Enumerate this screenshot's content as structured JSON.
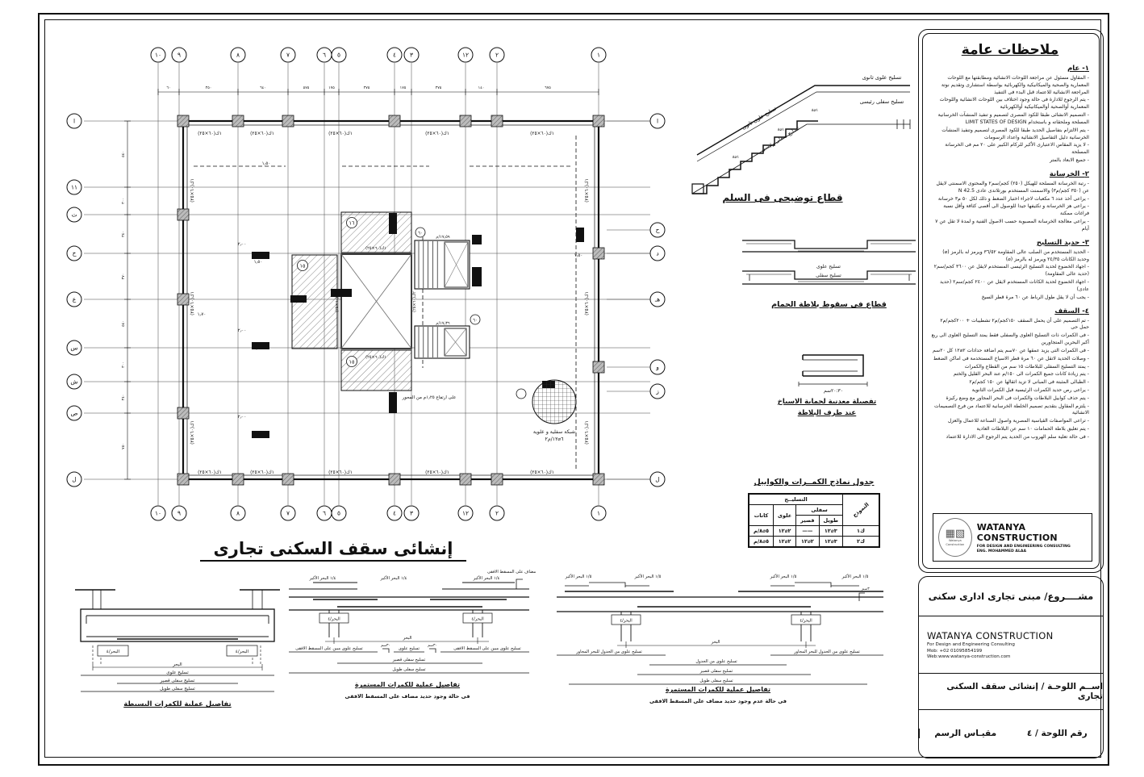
{
  "plan": {
    "title": "إنشائى سقف السكنى تجارى",
    "axes_top": [
      "١٠",
      "٩",
      "٨",
      "٧",
      "٦",
      "٥",
      "٤",
      "٣",
      "١٢",
      "٢",
      "١"
    ],
    "axes_left": [
      "ا",
      "١١",
      "ت",
      "خ",
      "ع",
      "س",
      "ش",
      "ص",
      "ل"
    ],
    "axes_right": [
      "ا",
      "ح",
      "د",
      "هـ",
      "و",
      "ز",
      "ل"
    ],
    "dims_top": [
      "٦٠",
      "٣٥٠",
      "٦٤٠",
      "٥٧٥",
      "١٧٥",
      "٣٧٥",
      "١٧٥",
      "٣٧٥",
      "١٤٠",
      "٦٧٥"
    ],
    "dims_left": [
      "٥٤٠",
      "٣٠٠",
      "٣٤٠",
      "٣٧٠",
      "٥٤٠",
      "٣٠٠",
      "٣٤٠",
      "٧٥٠"
    ],
    "interior_dims": [
      "١٫٥٠",
      "٢٫٠٠",
      "١٫٥٠",
      "١٫٧٠",
      "٢٫٠٠",
      "١٫٥٠",
      "٢٫٠٠",
      "١٫٥٠",
      "١٫٥٠"
    ],
    "beam_label_h": "(٦٠×٢٥)١ك",
    "beam_label_v": "(٦٠×٢٥)٢ك",
    "zone_labels": [
      "١٦",
      "١٥",
      "١٥"
    ],
    "stair_tag": "٦٠",
    "stair_levels": [
      "١٧٫٥٩/م",
      "١٧٫٣٦/م"
    ],
    "stair_note": "على ارتفاع ١٫٢٥م من المحور",
    "mesh_line1": "شبكة سفلية و علوية",
    "mesh_line2": "٦⌀١٢/م٢"
  },
  "stair_section": {
    "caption": "قطاع توضيحى فى السلم",
    "label_slope_top": "تسليح علوى ثانوى",
    "label_slope_bottom": "تسليح سفلى رئيسى",
    "label_right_top": "تسليح علوى ثانوى",
    "label_right_bottom": "تسليح سفلى رئيسى",
    "step_bar": "١⌀٨"
  },
  "bath_section": {
    "caption": "قطاع فى سقوط بلاطة الحمام",
    "label_top": "تسليح علوى",
    "label_bottom": "تسليح سفلى"
  },
  "edge_detail": {
    "caption1": "تفصيلة معدنية لحماية الاسياخ",
    "caption2": "عند طرف البلاطة",
    "dim": "٢٠:٣٠سم"
  },
  "beams_table": {
    "title": "جدول نماذج الكمــرات والكوابيل",
    "head_group": "التسليــح",
    "head_model": "النموذج",
    "head_bottom": "سفلى",
    "head_long": "طويل",
    "head_short": "قصير",
    "head_top": "علوى",
    "head_stirrups": "كانات",
    "rows": [
      {
        "model": "ك١",
        "long": "٣⌀١٢",
        "short": "——",
        "top": "٢⌀١٢",
        "stirrups": "٥⌀٨/م"
      },
      {
        "model": "ك٢",
        "long": "٣⌀١٢",
        "short": "٢⌀١٢",
        "top": "٢⌀١٢",
        "stirrups": "٥⌀٨/م"
      }
    ]
  },
  "notes": {
    "title": "ملاحظات عامة",
    "sections": [
      {
        "heading": "١- عام",
        "items": [
          "المقاول مسئول عن مراجعة اللوحات الانشائية ومطابقتها مع اللوحات المعمارية والصحية والميكانيكية والكهربائية بواسطة استشارى وتقديم نوتة المراجعة الانشائية للاعتماد قبل البدء فى التنفيذ",
          "يتم الرجوع للادارة فى حالة وجود اختلاف بين اللوحات الانشائية واللوحات المعمارية أوالصحية أوالميكانيكية أوالكهربائية",
          "التصميم الانشائى طبقا للكود المصرى لتصميم و تنفيذ المنشآت الخرسانية المسلحة وملحقاته و باستخدام LIMIT STATES OF DESIGN",
          "يتم الالتزام بتفاصيل الحديد طبقا للكود المصرى لتصميم وتنفيذ المنشآت الخرسانية دليل التفاصيل الانشائية واعداد الرسومات",
          "لا يزيد المقاس الاعتبارى الأكبر للركام الكبير على ٢٠ مم فى الخرسانة المسلحة",
          "جميع الابعاد بالمتر"
        ]
      },
      {
        "heading": "٢- الخرسانة",
        "items": [
          "رتبة الخرسانة المسلحة للهيكل (٢٥٠) كجم/سم٢ والمحتوى الاسمنتى لايقل عن (٣٥٠ كجم/م٣) والاسمنت المستخدم بورتلاندى عادى N 42.5",
          "يراعى أخذ عدد ٦ مكعبات لاجراء اختبار الضغط و ذلك لكل ٥٠ م٣ خرسانة",
          "يراعى هز الخرسانة و تكثيفها جيدا للوصول الى أقصى كثافة وأقل نسبة فراغات ممكنة",
          "يراعى معالجة الخرسانة المصبوبة حسب الاصول الفنية و لمدة لا تقل عن ٧ أيام"
        ]
      },
      {
        "heading": "٣- حديد التسليح",
        "items": [
          "الحديد المستخدم من الصلب عالى المقاومة ٣٦/٥٢ ويرمز له بالرمز (⌀) وحديد الكانات ٢٤/٣٥ ويرمز له بالرمز (⌀)",
          "اجهاد الخضوع لحديد التسليح الرئيسى المستخدم لايقل عن ٣٦٠٠ كجم/سم٢ (حديد عالى المقاومة)",
          "اجهاد الخضوع لحديد الكانات المستخدم لايقل عن ٢٤٠٠ كجم/سم٢ (حديد عادى)",
          "يجب أن لا يقل طول الرباط عن ٦٠ مرة قطر السيخ"
        ]
      },
      {
        "heading": "٤- السقف",
        "items": [
          "تم التصميم على أن يحمل السقف ١٥٠كجم/م٢ تشطيبات + ٢٠٠كجم/م٢ حمل حى",
          "فى الكمرات ذات التسليح العلوى والسفلى فقط يمتد التسليح العلوى الى ربع أكبر البحرين المتجاورين",
          "فى الكمرات التى يزيد عمقها عن ٧٠سم يتم اضافة حدادات ٢⌀١٢ كل ٢٠سم",
          "وصلات الحديد لاتقل عن ٦٠ مرة قطر الاسياخ المستخدمة فى اماكن الضغط",
          "يمتد التسليح السفلى للبلاطات ١٥ سم من القطاع والكمرات",
          "يتم زيادة كانات جميع الكمرات الى ١٥٠/م عند البحر القليل والختم",
          "الطبالى المثبتة فى المبانى لا تزيد اثقالها عن ١٥٠ كجم/م٢",
          "يراعى رص حديد الكمرات الرئيسية قبل الكمرات الثانوية",
          "يتم حذف كوابيل البلاطات والكمرات فى البحر المجاور مع وضع ركيزة",
          "يلتزم المقاول بتقديم تصميم الخلطة الخرسانية للاعتماد من فرع التصميمات الانشائية",
          "تراعى المواصفات القياسية المصرية واصول الصناعة للاعمال والعزل",
          "يتم تعليق بلاطة الحمامات ١٠ سم عن البلاطات العادية",
          "فى حالة تعلية سلم الهروب من الحديد يتم الرجوع الى الادارة للاعتماد"
        ]
      }
    ]
  },
  "logo": {
    "circle_line1": "Watanya",
    "circle_line2": "Construction",
    "name": "WATANYA CONSTRUCTION",
    "sub1": "FOR DESIGN AND ENGINEERING CONSULTING",
    "sub2": "ENG. MOHAMMED ALAA"
  },
  "title_block": {
    "project": "مشــــروع/ مبنى تجارى ادارى سكنى",
    "company": "WATANYA CONSTRUCTION",
    "company_sub": "For Design and Engineering Consulting",
    "mobile": "Mob: +02 01095854199",
    "web": "Web:www.watanya-construction.com",
    "sheet_name": "اســم اللوحـة / إنشائى سقف السكنى تجارى",
    "sheet_no": "رقم اللوحة / ٤",
    "scale_label": "مقيـاس الرسم"
  },
  "details": {
    "d1": {
      "caption": "تفاصيل عملية للكمرات البسيطة",
      "span_quarter": "البحر/٤",
      "span": "البحر",
      "top": "تسليح علوى",
      "bottom_short": "تسليح سفلى قصير",
      "bottom_long": "تسليح سفلى طويل"
    },
    "d2": {
      "caption": "تفاصيل عملية للكمرات المستمرة",
      "subcaption": "فى حالة وجود حديد مضاف على المسقط الافقى",
      "quarter_big_span": "١/٤ البحر الأكبر",
      "added_steel": "حديد مضاف على المسقط الافقى",
      "span_quarter": "البحر/٤",
      "span": "البحر",
      "hook_dim": "٣٠سم",
      "top_plan": "تسليح علوى مبين على المسقط الافقى",
      "top": "تسليح علوى",
      "bottom_short": "تسليح سفلى قصير",
      "bottom_long": "تسليح سفلى طويل"
    },
    "d3": {
      "caption": "تفاصيل عملية للكمرات المستمرة",
      "subcaption": "فى حالة عدم وجود حديد مضاف على المسقط الافقى",
      "fifth_big_span": "١/٥ البحر الأكبر",
      "span_quarter": "البحر/٤",
      "span": "البحر",
      "hook_dim": "٣سم",
      "top_table_adj": "تسليح علوى من الجدول للبحر المجاور",
      "top_table": "تسليح علوى من الجدول",
      "bottom_short": "تسليح سفلى قصير",
      "bottom_long": "تسليح سفلى طويل"
    }
  }
}
